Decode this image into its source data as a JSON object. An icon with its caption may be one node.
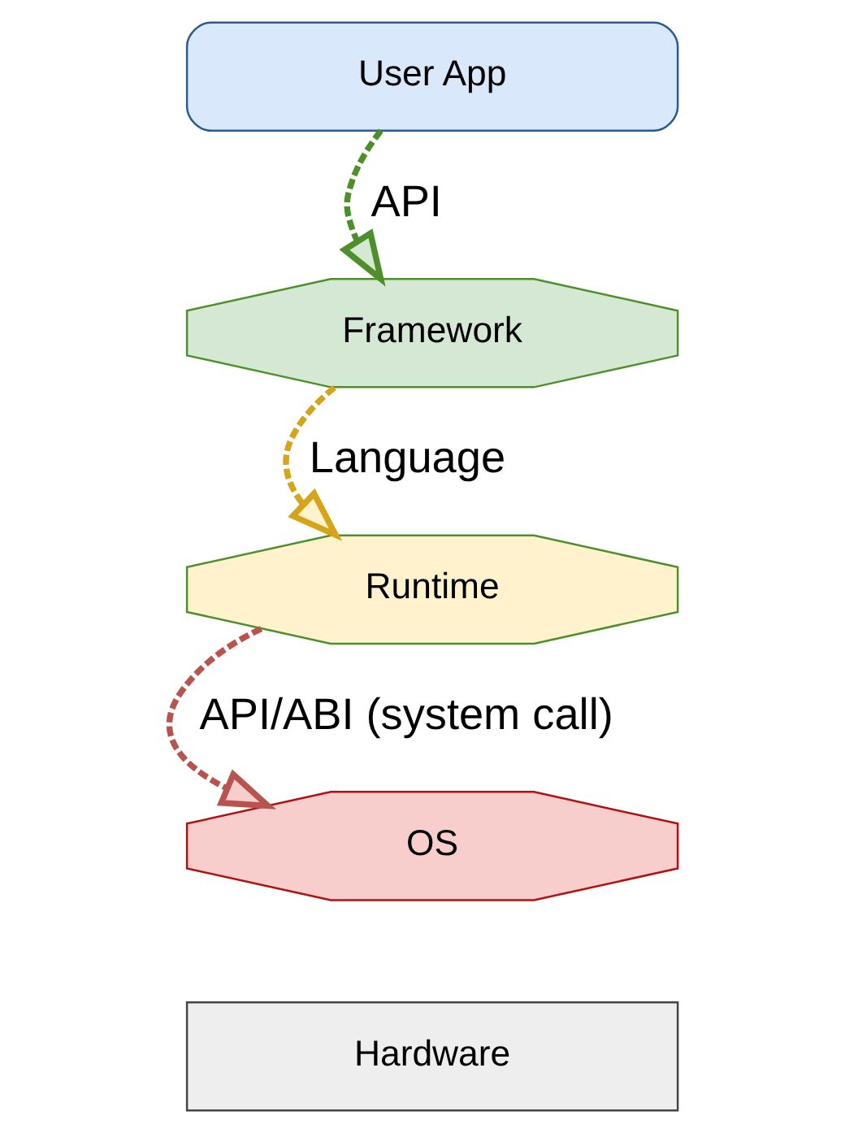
{
  "diagram": {
    "nodes": [
      {
        "text": [
          "User App"
        ]
      },
      {
        "text": [
          "Framework"
        ]
      },
      {
        "text": [
          "Runtime"
        ]
      },
      {
        "text": [
          "OS"
        ]
      },
      {
        "text": [
          "Hardware"
        ]
      }
    ],
    "edges": [
      {
        "from": 0,
        "to": 1,
        "arrow": "to",
        "label": "API",
        "style": "dashed",
        "color": "#4d8f2a"
      },
      {
        "from": 1,
        "to": 2,
        "arrow": "to",
        "label": "Language",
        "style": "dashed",
        "color": "#d6a41a"
      },
      {
        "from": 2,
        "to": 3,
        "arrow": "to",
        "label": "API/ABI (system call)",
        "style": "dashed",
        "color": "#b85450"
      }
    ]
  }
}
